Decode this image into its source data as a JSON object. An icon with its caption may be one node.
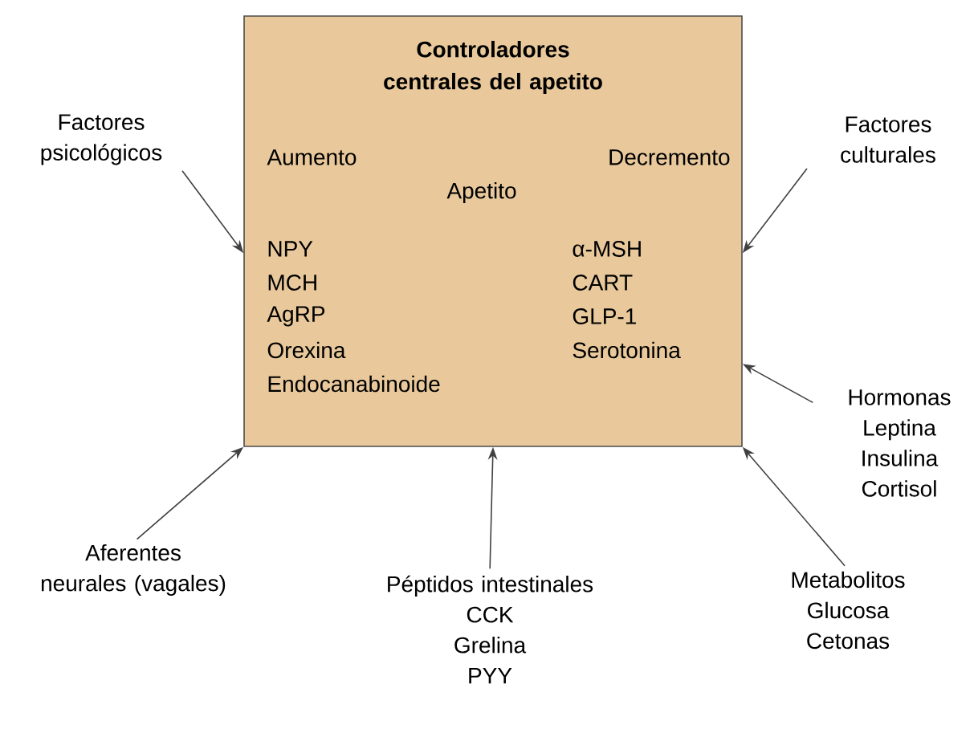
{
  "diagram": {
    "nodes": [
      {
        "text": [
          "Controladores centrales del apetito",
          "Aumento",
          "Decremento",
          "Apetito",
          "NPY",
          "MCH",
          "AgRP",
          "Orexina",
          "Endocanabinoide",
          "α-MSH",
          "CART",
          "GLP-1",
          "Serotonina"
        ]
      },
      {
        "text": [
          "Factores psicológicos"
        ]
      },
      {
        "text": [
          "Factores culturales"
        ]
      },
      {
        "text": [
          "Hormonas",
          "Leptina",
          "Insulina",
          "Cortisol"
        ]
      },
      {
        "text": [
          "Aferentes neurales (vagales)"
        ]
      },
      {
        "text": [
          "Péptidos intestinales",
          "CCK",
          "Grelina",
          "PYY"
        ]
      },
      {
        "text": [
          "Metabolitos",
          "Glucosa",
          "Cetonas"
        ]
      }
    ],
    "edges": [
      {
        "from": 1,
        "to": 0,
        "arrow": "to"
      },
      {
        "from": 2,
        "to": 0,
        "arrow": "to"
      },
      {
        "from": 3,
        "to": 0,
        "arrow": "to"
      },
      {
        "from": 4,
        "to": 0,
        "arrow": "to"
      },
      {
        "from": 5,
        "to": 0,
        "arrow": "to"
      },
      {
        "from": 6,
        "to": 0,
        "arrow": "to"
      }
    ]
  }
}
